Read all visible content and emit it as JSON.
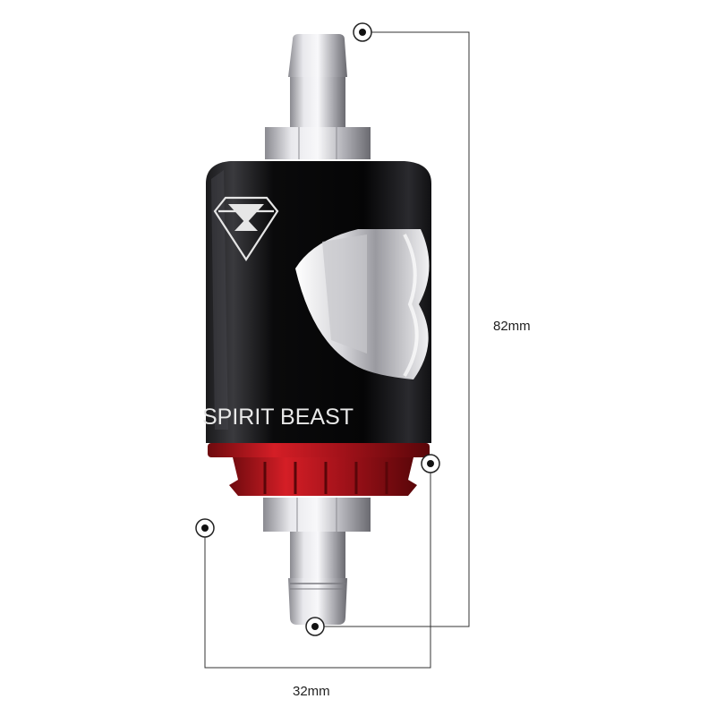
{
  "product": {
    "brand_text": "SPIRIT BEAST",
    "logo_icon": "diamond-hourglass-logo",
    "colors": {
      "body": "#0b0b0c",
      "accent_ring": "#c0141c",
      "metal": "#c8c8cc",
      "background": "#ffffff"
    }
  },
  "dimensions": {
    "height_label": "82mm",
    "width_label": "32mm"
  }
}
